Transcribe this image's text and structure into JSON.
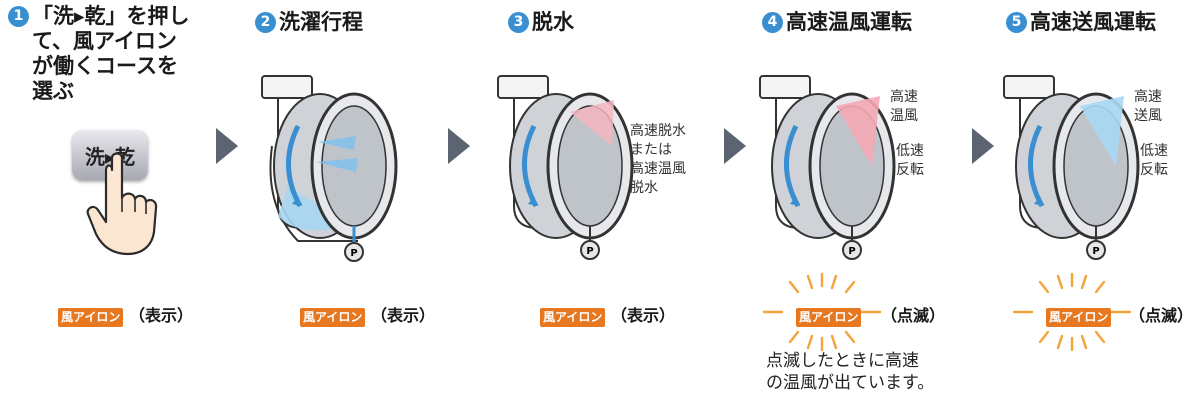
{
  "steps": [
    {
      "num": "1",
      "title_lines": [
        "「洗▸乾」を押し",
        "て、風アイロン",
        "が働くコースを",
        "選ぶ"
      ],
      "button_label": "洗▸乾",
      "badge": "風アイロン",
      "status": "（表示）"
    },
    {
      "num": "2",
      "title": "洗濯行程",
      "badge": "風アイロン",
      "status": "（表示）"
    },
    {
      "num": "3",
      "title": "脱水",
      "label_lines": [
        "高速脱水",
        "または",
        "高速温風",
        "脱水"
      ],
      "badge": "風アイロン",
      "status": "（表示）"
    },
    {
      "num": "4",
      "title": "高速温風運転",
      "label_a": [
        "高速",
        "温風"
      ],
      "label_b": [
        "低速",
        "反転"
      ],
      "badge": "風アイロン",
      "status": "（点滅）",
      "note_lines": [
        "点滅したときに高速",
        "の温風が出ています。"
      ]
    },
    {
      "num": "5",
      "title": "高速送風運転",
      "label_a": [
        "高速",
        "送風"
      ],
      "label_b": [
        "低速",
        "反転"
      ],
      "badge": "風アイロン",
      "status": "（点滅）"
    }
  ],
  "pump_label": "P",
  "colors": {
    "accent": "#3a8fd0",
    "badge": "#e8781f",
    "arrow": "#5b6470",
    "warm": "#e85a6a",
    "blink": "#f2a33a"
  }
}
